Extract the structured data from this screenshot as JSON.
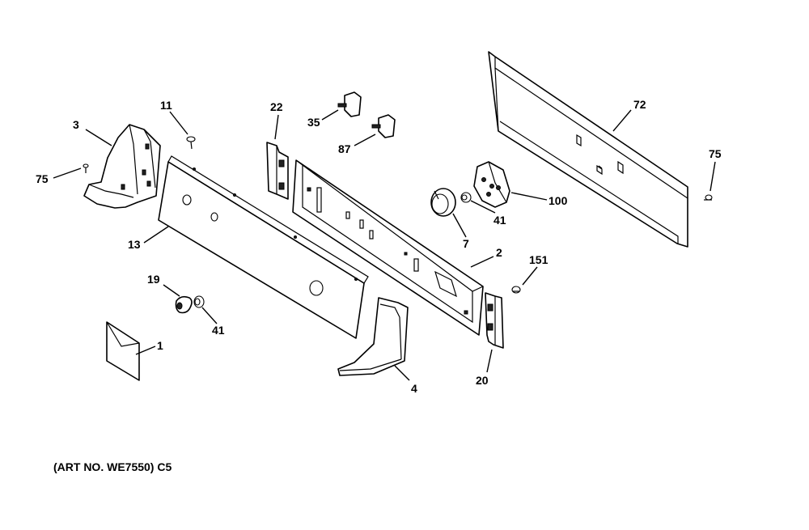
{
  "callouts": {
    "c1": "1",
    "c2": "2",
    "c3": "3",
    "c4": "4",
    "c7": "7",
    "c11": "11",
    "c13": "13",
    "c19": "19",
    "c20": "20",
    "c22": "22",
    "c35": "35",
    "c41a": "41",
    "c41b": "41",
    "c72": "72",
    "c75a": "75",
    "c75b": "75",
    "c87": "87",
    "c100": "100",
    "c151": "151"
  },
  "art_note": "(ART NO. WE7550) C5"
}
